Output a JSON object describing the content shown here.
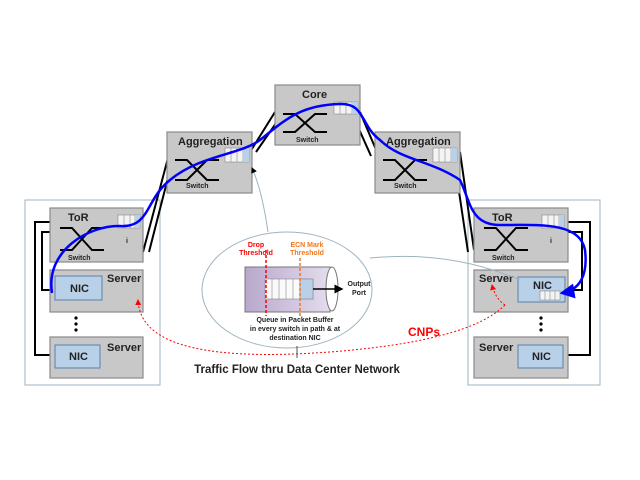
{
  "nodes": {
    "core": {
      "title": "Core",
      "label": "Switch"
    },
    "agg_left": {
      "title": "Aggregation",
      "label": "Switch"
    },
    "agg_right": {
      "title": "Aggregation",
      "label": "Switch"
    },
    "tor_left": {
      "title": "ToR",
      "label": "Switch"
    },
    "tor_right": {
      "title": "ToR",
      "label": "Switch"
    },
    "server_label": "Server",
    "nic_label": "NIC",
    "tor_marker": "i"
  },
  "inset": {
    "drop_threshold": [
      "Drop",
      "Threshold"
    ],
    "ecn_threshold": [
      "ECN Mark",
      "Threshold"
    ],
    "output_port": [
      "Output",
      "Port"
    ],
    "caption": [
      "Queue in Packet Buffer",
      "in every switch in path & at",
      "destination NIC"
    ]
  },
  "cnp_label": "CNPs",
  "caption": "Traffic Flow thru Data Center Network",
  "colors": {
    "flow": "#0000ff",
    "cnp": "#ff0000",
    "drop": "#ff0000",
    "ecn": "#f07820",
    "nic": "#b8d0e8",
    "switch": "#c8c8c8",
    "queue": "#c8bcd8"
  }
}
